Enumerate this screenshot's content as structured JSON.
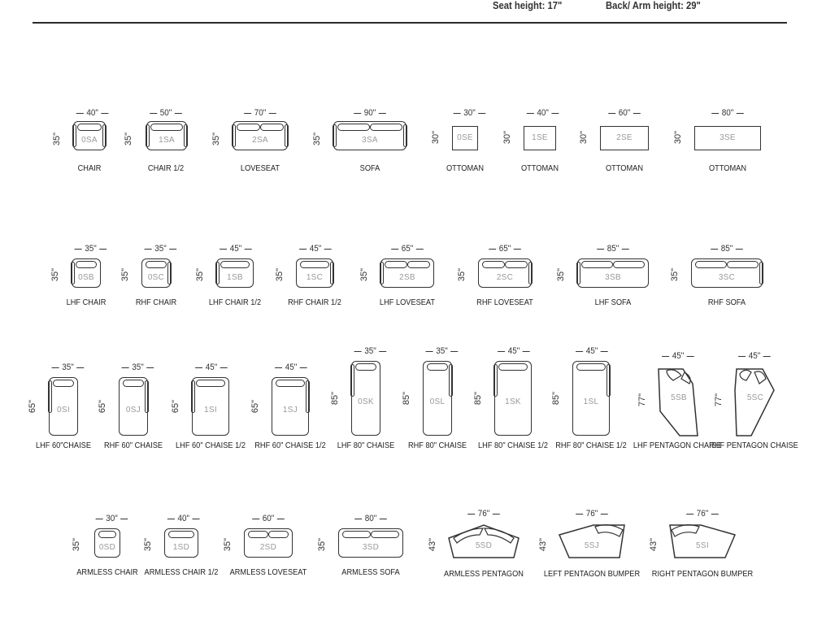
{
  "header": {
    "seat_height": "Seat height: 17\"",
    "back_arm_height": "Back/ Arm height: 29\""
  },
  "row1": [
    {
      "w": "40\"",
      "d": "35\"",
      "code": "0SA",
      "name": "CHAIR"
    },
    {
      "w": "50\"",
      "d": "35\"",
      "code": "1SA",
      "name": "CHAIR 1/2"
    },
    {
      "w": "70\"",
      "d": "35\"",
      "code": "2SA",
      "name": "LOVESEAT"
    },
    {
      "w": "90\"",
      "d": "35\"",
      "code": "3SA",
      "name": "SOFA"
    },
    {
      "w": "30\"",
      "d": "30\"",
      "code": "0SE",
      "name": "OTTOMAN"
    },
    {
      "w": "40\"",
      "d": "30\"",
      "code": "1SE",
      "name": "OTTOMAN"
    },
    {
      "w": "60\"",
      "d": "30\"",
      "code": "2SE",
      "name": "OTTOMAN"
    },
    {
      "w": "80\"",
      "d": "30\"",
      "code": "3SE",
      "name": "OTTOMAN"
    }
  ],
  "row2": [
    {
      "w": "35\"",
      "d": "35\"",
      "code": "0SB",
      "name": "LHF CHAIR"
    },
    {
      "w": "35\"",
      "d": "35\"",
      "code": "0SC",
      "name": "RHF CHAIR"
    },
    {
      "w": "45\"",
      "d": "35\"",
      "code": "1SB",
      "name": "LHF CHAIR 1/2"
    },
    {
      "w": "45\"",
      "d": "35\"",
      "code": "1SC",
      "name": "RHF CHAIR 1/2"
    },
    {
      "w": "65\"",
      "d": "35\"",
      "code": "2SB",
      "name": "LHF LOVESEAT"
    },
    {
      "w": "65\"",
      "d": "35\"",
      "code": "2SC",
      "name": "RHF LOVESEAT"
    },
    {
      "w": "85\"",
      "d": "35\"",
      "code": "3SB",
      "name": "LHF SOFA"
    },
    {
      "w": "85\"",
      "d": "35\"",
      "code": "3SC",
      "name": "RHF SOFA"
    }
  ],
  "row3": [
    {
      "w": "35\"",
      "d": "65\"",
      "code": "0SI",
      "name": "LHF 60\"CHAISE"
    },
    {
      "w": "35\"",
      "d": "65\"",
      "code": "0SJ",
      "name": "RHF 60\" CHAISE"
    },
    {
      "w": "45\"",
      "d": "65\"",
      "code": "1SI",
      "name": "LHF 60\" CHAISE 1/2"
    },
    {
      "w": "45\"",
      "d": "65\"",
      "code": "1SJ",
      "name": "RHF 60\" CHAISE 1/2"
    },
    {
      "w": "35\"",
      "d": "85\"",
      "code": "0SK",
      "name": "LHF 80\" CHAISE"
    },
    {
      "w": "35\"",
      "d": "85\"",
      "code": "0SL",
      "name": "RHF 80\" CHAISE"
    },
    {
      "w": "45\"",
      "d": "85\"",
      "code": "1SK",
      "name": "LHF 80\" CHAISE 1/2"
    },
    {
      "w": "45\"",
      "d": "85\"",
      "code": "1SL",
      "name": "RHF 80\" CHAISE 1/2"
    },
    {
      "w": "45\"",
      "d": "77\"",
      "code": "5SB",
      "name": "LHF PENTAGON CHAISE"
    },
    {
      "w": "45\"",
      "d": "77\"",
      "code": "5SC",
      "name": "RHF PENTAGON CHAISE"
    }
  ],
  "row4": [
    {
      "w": "30\"",
      "d": "35\"",
      "code": "0SD",
      "name": "ARMLESS CHAIR"
    },
    {
      "w": "40\"",
      "d": "35\"",
      "code": "1SD",
      "name": "ARMLESS CHAIR 1/2"
    },
    {
      "w": "60\"",
      "d": "35\"",
      "code": "2SD",
      "name": "ARMLESS LOVESEAT"
    },
    {
      "w": "80\"",
      "d": "35\"",
      "code": "3SD",
      "name": "ARMLESS SOFA"
    },
    {
      "w": "76\"",
      "d": "43\"",
      "code": "5SD",
      "name": "ARMLESS PENTAGON"
    },
    {
      "w": "76\"",
      "d": "43\"",
      "code": "5SJ",
      "name": "LEFT PENTAGON BUMPER"
    },
    {
      "w": "76\"",
      "d": "43\"",
      "code": "5SI",
      "name": "RIGHT PENTAGON BUMPER"
    }
  ]
}
